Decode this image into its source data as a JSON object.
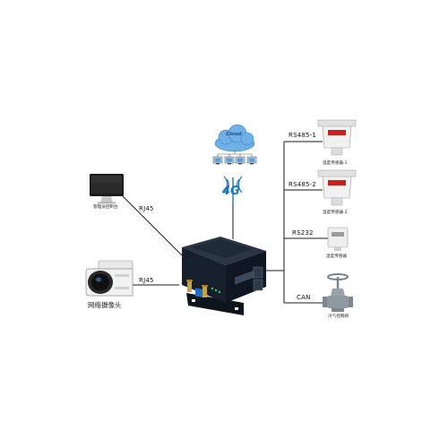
{
  "diagram": {
    "network": {
      "cloud_label": "Cloud",
      "cellular_label": "4G"
    },
    "left_devices": [
      {
        "id": "monitor",
        "caption": "管理员控制台",
        "link_label": "RJ45"
      },
      {
        "id": "camera",
        "caption": "网络摄像头",
        "link_label": "RJ45"
      }
    ],
    "right_devices": [
      {
        "id": "temp1",
        "port_label": "RS485-1",
        "caption": "温度传感器-1"
      },
      {
        "id": "temp2",
        "port_label": "RS485-2",
        "caption": "温度传感器-2"
      },
      {
        "id": "temp3",
        "port_label": "RS232",
        "caption": "温度传感器"
      },
      {
        "id": "valve",
        "port_label": "CAN",
        "caption": "冷气控制阀"
      }
    ],
    "colors": {
      "router_body": "#16202c",
      "router_accent": "#1d6fc4",
      "cloud_fill": "#6fb1e6",
      "line": "#1a1a1a",
      "sensor_red_display": "#c8201e",
      "valve_grey": "#9aa3ab"
    }
  }
}
